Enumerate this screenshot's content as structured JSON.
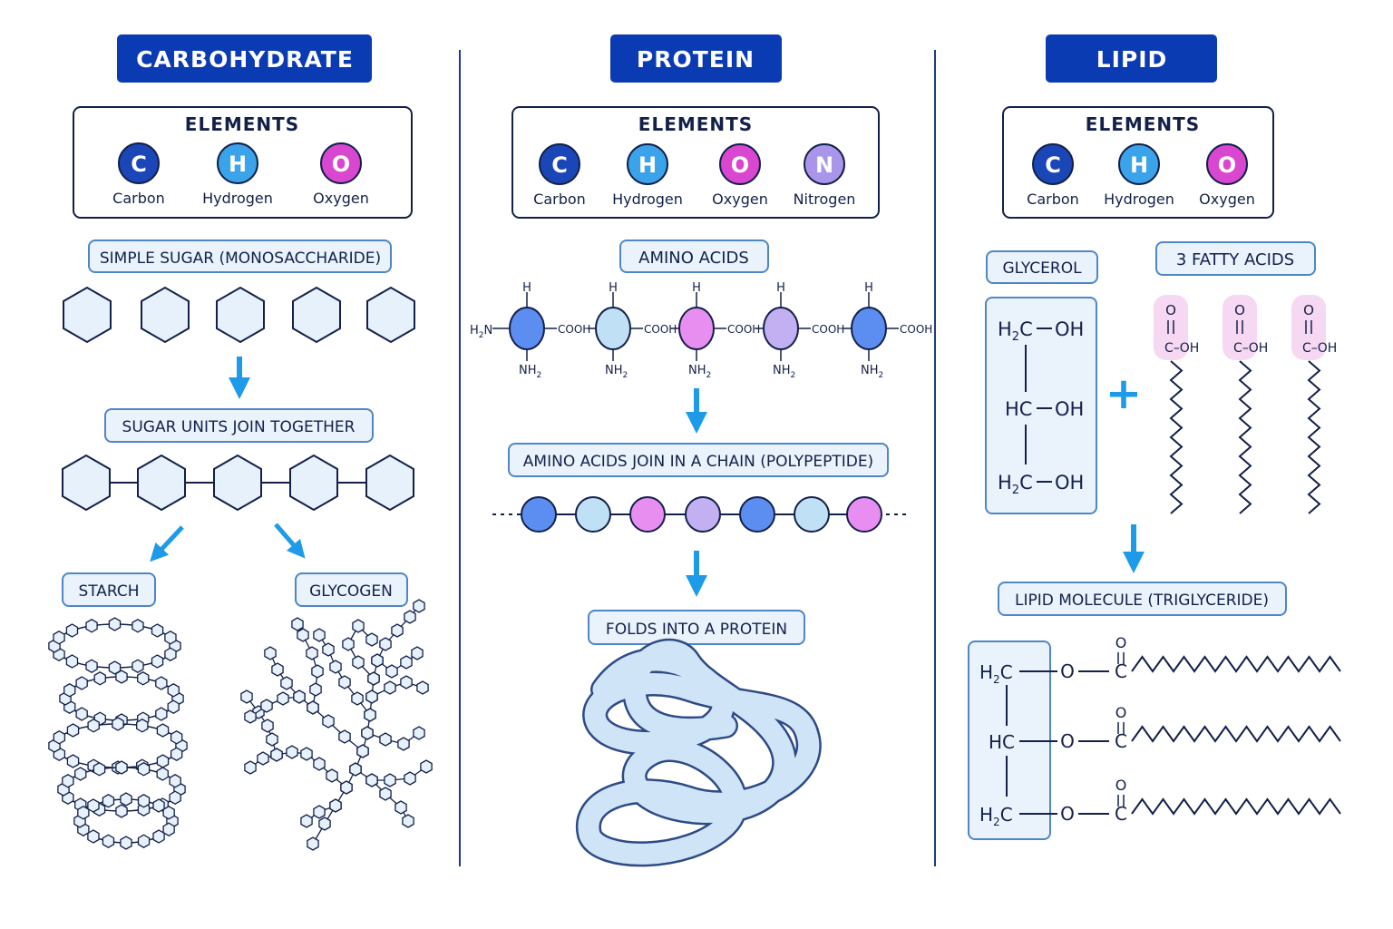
{
  "colors": {
    "navy": "#0a3bb3",
    "ink": "#13204a",
    "box_fill": "#eaf3fc",
    "box_stroke": "#4f86c6",
    "arrow": "#1e9be8",
    "hex_fill": "#e7f1fb",
    "carbon": "#1a46b8",
    "hydrogen": "#3aa3ea",
    "oxygen": "#d946d0",
    "nitrogen": "#a995ea",
    "aa_blue": "#5b8ef0",
    "aa_light": "#bfe0f5",
    "aa_pink": "#e88ef0",
    "aa_lavender": "#c2b0f2",
    "protein_tube": "#cfe5f7"
  },
  "carbohydrate": {
    "header": "CARBOHYDRATE",
    "elements_title": "ELEMENTS",
    "elements": [
      {
        "symbol": "C",
        "name": "Carbon",
        "color": "#1a46b8"
      },
      {
        "symbol": "H",
        "name": "Hydrogen",
        "color": "#3aa3ea"
      },
      {
        "symbol": "O",
        "name": "Oxygen",
        "color": "#d946d0"
      }
    ],
    "step1": "SIMPLE SUGAR (MONOSACCHARIDE)",
    "step2": "SUGAR UNITS JOIN TOGETHER",
    "starch": "STARCH",
    "glycogen": "GLYCOGEN"
  },
  "protein": {
    "header": "PROTEIN",
    "elements_title": "ELEMENTS",
    "elements": [
      {
        "symbol": "C",
        "name": "Carbon",
        "color": "#1a46b8"
      },
      {
        "symbol": "H",
        "name": "Hydrogen",
        "color": "#3aa3ea"
      },
      {
        "symbol": "O",
        "name": "Oxygen",
        "color": "#d946d0"
      },
      {
        "symbol": "N",
        "name": "Nitrogen",
        "color": "#a995ea"
      }
    ],
    "step1": "AMINO ACIDS",
    "amino_labels": {
      "top": "H",
      "bottom": "NH",
      "bottom_sub": "2",
      "left": "H",
      "left_sub": "2",
      "left_end": "N",
      "right": "COOH"
    },
    "step2": "AMINO ACIDS JOIN IN A CHAIN (POLYPEPTIDE)",
    "step3": "FOLDS INTO A PROTEIN"
  },
  "lipid": {
    "header": "LIPID",
    "elements_title": "ELEMENTS",
    "elements": [
      {
        "symbol": "C",
        "name": "Carbon",
        "color": "#1a46b8"
      },
      {
        "symbol": "H",
        "name": "Hydrogen",
        "color": "#3aa3ea"
      },
      {
        "symbol": "O",
        "name": "Oxygen",
        "color": "#d946d0"
      }
    ],
    "glycerol": "GLYCEROL",
    "fatty_acids": "3 FATTY ACIDS",
    "glycerol_rows": [
      {
        "left": "H",
        "sub": "2",
        "mid": "C",
        "right": "OH"
      },
      {
        "left": "HC",
        "sub": "",
        "mid": "",
        "right": "OH"
      },
      {
        "left": "H",
        "sub": "2",
        "mid": "C",
        "right": "OH"
      }
    ],
    "acid_labels": {
      "o": "O",
      "c_oh": "C–OH"
    },
    "plus": "+",
    "step2": "LIPID MOLECULE (TRIGLYCERIDE)",
    "tri_rows": [
      {
        "left": "H",
        "sub": "2",
        "mid": "C"
      },
      {
        "left": "HC",
        "sub": "",
        "mid": ""
      },
      {
        "left": "H",
        "sub": "2",
        "mid": "C"
      }
    ],
    "tri_o": "O",
    "tri_c": "C"
  }
}
